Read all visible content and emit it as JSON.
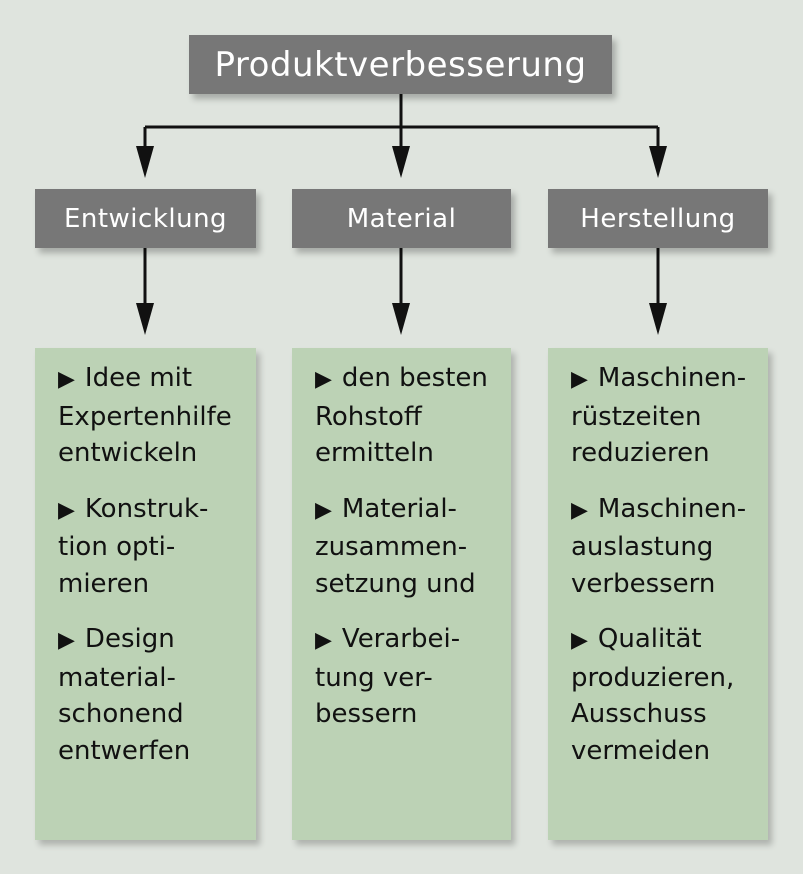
{
  "root": "Produktverbesserung",
  "columns": [
    {
      "title": "Entwicklung",
      "items": [
        [
          "Idee mit",
          "Expertenhilfe",
          "entwickeln"
        ],
        [
          "Konstruk-",
          "tion opti-",
          "mieren"
        ],
        [
          "Design",
          "material-",
          "schonend",
          "entwerfen"
        ]
      ]
    },
    {
      "title": "Material",
      "items": [
        [
          "den besten",
          "Rohstoff",
          "ermitteln"
        ],
        [
          "Material-",
          "zusammen-",
          "setzung und"
        ],
        [
          "Verarbei-",
          "tung ver-",
          "bessern"
        ]
      ]
    },
    {
      "title": "Herstellung",
      "items": [
        [
          "Maschinen-",
          "rüstzeiten",
          "reduzieren"
        ],
        [
          "Maschinen-",
          "auslastung",
          "verbessern"
        ],
        [
          "Qualität",
          "produzieren,",
          "Ausschuss",
          "vermeiden"
        ]
      ]
    }
  ],
  "colors": {
    "background": "#dfe4de",
    "header": "#777777",
    "content": "#bcd2b5"
  }
}
